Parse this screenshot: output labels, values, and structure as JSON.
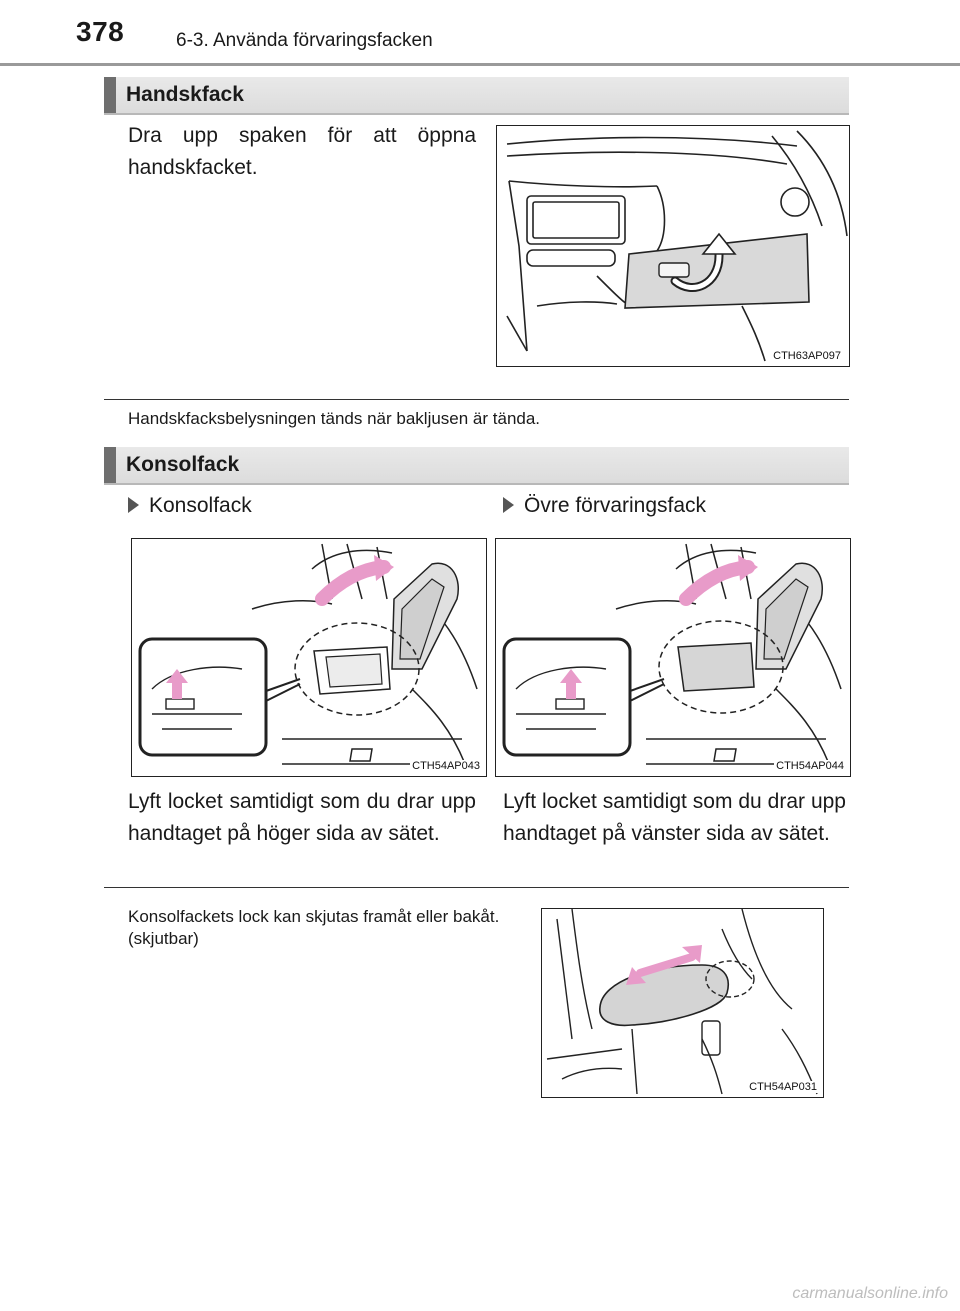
{
  "header": {
    "page_number": "378",
    "chapter": "6-3. Använda förvaringsfacken"
  },
  "section1": {
    "title": "Handskfack",
    "instruction": "Dra upp spaken för att öppna handskfacket.",
    "figure_code": "CTH63AP097",
    "note": "Handskfacksbelysningen tänds när bakljusen är tända."
  },
  "section2": {
    "title": "Konsolfack",
    "left": {
      "label": "Konsolfack",
      "figure_code": "CTH54AP043",
      "caption": "Lyft locket samtidigt som du drar upp handtaget på höger sida av sätet."
    },
    "right": {
      "label": "Övre förvaringsfack",
      "figure_code": "CTH54AP044",
      "caption": "Lyft locket samtidigt som du drar upp handtaget på vänster sida av sätet."
    },
    "note": "Konsolfackets lock kan skjutas framåt eller bakåt. (skjutbar)",
    "figure3_code": "CTH54AP031"
  },
  "watermark": "carmanualsonline.info"
}
